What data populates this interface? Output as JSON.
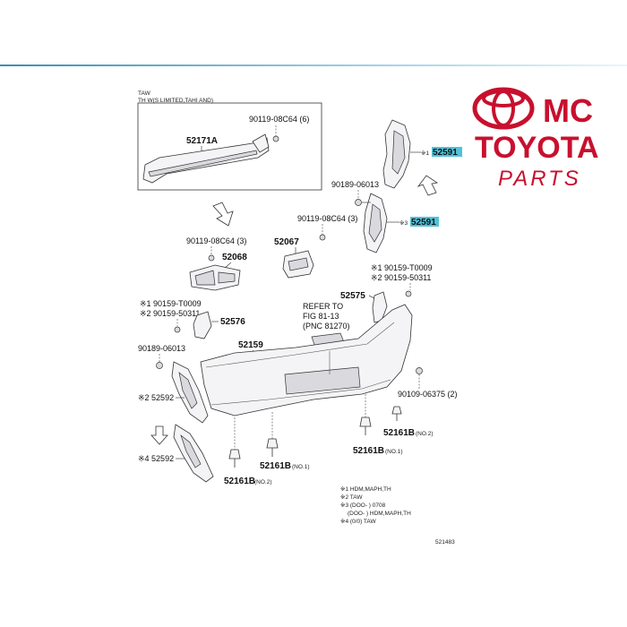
{
  "brand": {
    "logo_mc": "MC",
    "logo_toyota": "TOYOTA",
    "logo_parts": "PARTS",
    "color": "#c8102e"
  },
  "inset": {
    "header1": "TAW",
    "header2": "TH W(S LIMITED,TAHI AND)",
    "part_52171A": "52171A",
    "part_90119_08c64_6": "90119-08C64 (6)"
  },
  "labels": {
    "p90189_06013_top": "90189-06013",
    "p90119_08c64_3_a": "90119-08C64 (3)",
    "p90119_08c64_3_b": "90119-08C64 (3)",
    "p52067": "52067",
    "p52068": "52068",
    "p52591_top_prefix": "※1",
    "p52591_top": "52591",
    "p52591_mid_prefix": "※3",
    "p52591_mid": "52591",
    "p90159_t0009_r": "※1 90159-T0009",
    "p90159_50311_r": "※2 90159-50311",
    "p52575": "52575",
    "p90159_t0009_l": "※1 90159-T0009",
    "p90159_50311_l": "※2 90159-50311",
    "p52576": "52576",
    "refer1": "REFER TO",
    "refer2": "FIG 81-13",
    "refer3": "(PNC 81270)",
    "p52159": "52159",
    "p90189_06013_left": "90189-06013",
    "p52592_a": "※2 52592",
    "p52592_b": "※4 52592",
    "p90109_06375": "90109-06375 (2)",
    "p52161b_no2_r": "52161B",
    "p52161b_no2_r_suffix": "(NO.2)",
    "p52161b_no1_r": "52161B",
    "p52161b_no1_r_suffix": "(NO.1)",
    "p52161b_no1_c": "52161B",
    "p52161b_no1_c_suffix": "(NO.1)",
    "p52161b_no2_l": "52161B",
    "p52161b_no2_l_suffix": "(NO.2)"
  },
  "notes": {
    "n1": "※1 HDM,MAPH,TH",
    "n2": "※2 TAW",
    "n3a": "※3 (DOO-          ) 0708",
    "n3b": "(DOO-          ) HDM,MAPH,TH",
    "n4": "※4 (0/0)          TAW"
  },
  "figure_code": "521483",
  "highlight_color": "#4fc3d9"
}
